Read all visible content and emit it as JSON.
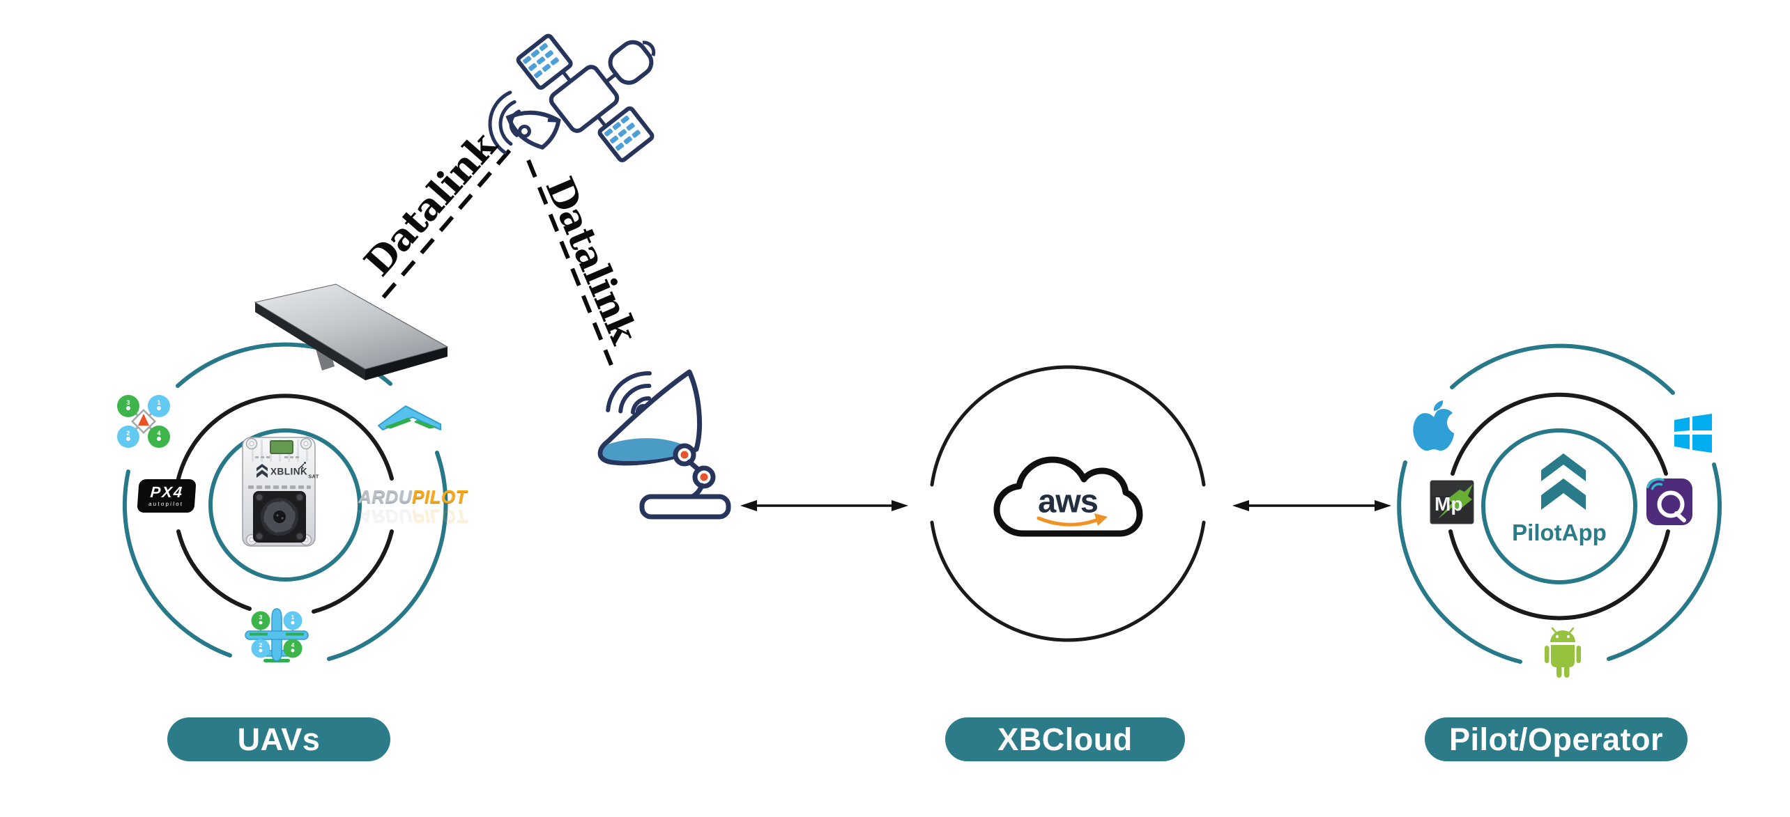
{
  "datalink": {
    "left": "Datalink",
    "right": "Datalink"
  },
  "uavs": {
    "label": "UAVs",
    "device": {
      "name": "XBLINK",
      "variant": "SAT"
    },
    "px4_logo": {
      "title": "PX4",
      "subtitle": "autopilot"
    },
    "ardupilot_logo": {
      "left": "ARDU",
      "right": "PILOT"
    },
    "quad_rotors": [
      "3",
      "1",
      "2",
      "4"
    ],
    "vtol_rotors": [
      "3",
      "1",
      "2",
      "4"
    ]
  },
  "xbcloud": {
    "label": "XBCloud",
    "aws_text": "aws"
  },
  "pilot": {
    "label": "Pilot/Operator",
    "app_name": "PilotApp",
    "mp_text": "Mp"
  },
  "colors": {
    "teal_ring": "#27798a",
    "teal_pill": "#2b7b89",
    "navy_outline": "#27355d",
    "link_black": "#0a0a0a",
    "aws_dark": "#232f3e",
    "aws_orange": "#ef9325",
    "apple_blue": "#2f9fd6",
    "windows_blue": "#00adef",
    "android_green": "#97c23d",
    "qgc_purple": "#4f2b7c",
    "ardupilot_yellow": "#f6a918",
    "ardupilot_silver": "#b9bfc7",
    "rotor_green": "#3db54a",
    "rotor_blue": "#62c9f3",
    "wing_blue": "#57c1ee",
    "dish_blue": "#4a9cc7",
    "joint_orange": "#e8542e"
  }
}
